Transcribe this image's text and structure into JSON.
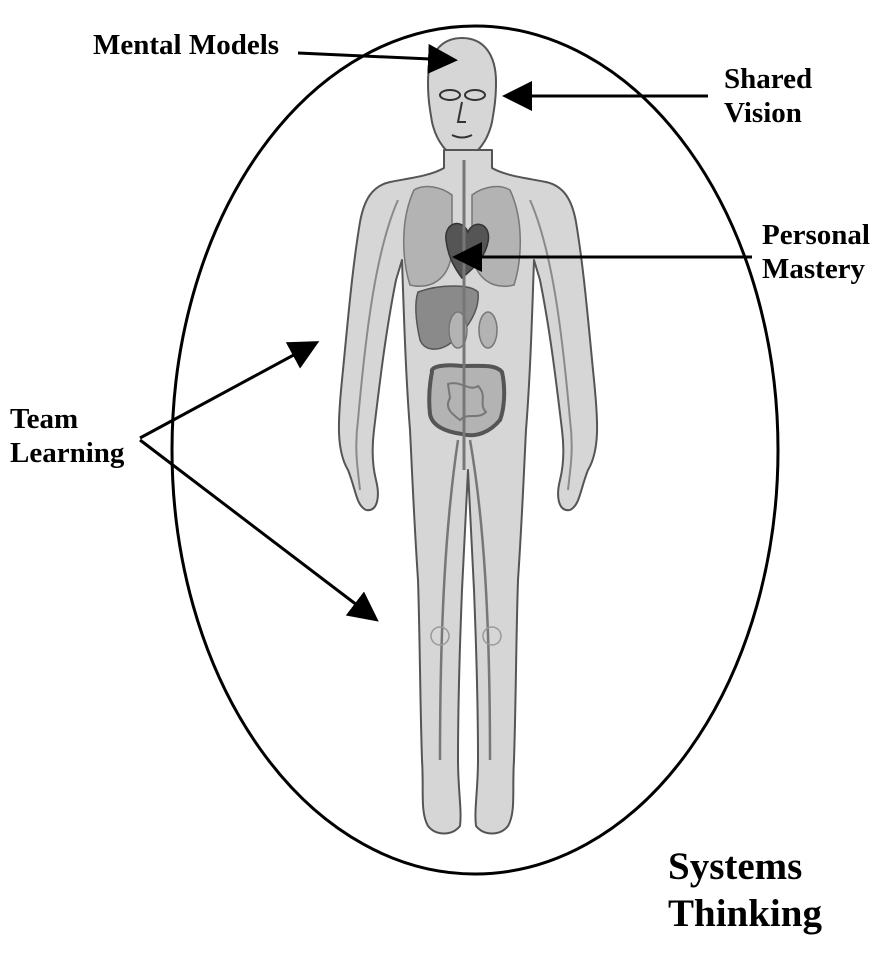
{
  "labels": {
    "mental_models": "Mental Models",
    "shared_vision": [
      "Shared",
      "Vision"
    ],
    "personal_mastery": [
      "Personal",
      "Mastery"
    ],
    "team_learning": [
      "Team",
      "Learning"
    ],
    "systems_thinking": [
      "Systems",
      "Thinking"
    ]
  },
  "colors": {
    "outline": "#000000",
    "body_fill": "#d6d6d6",
    "body_edge": "#555555",
    "organ_light": "#b3b3b3",
    "organ_mid": "#8a8a8a",
    "organ_dark": "#555555",
    "vessel": "#777777"
  },
  "icons": [
    "human-body-figure",
    "enclosing-ellipse",
    "arrows"
  ]
}
